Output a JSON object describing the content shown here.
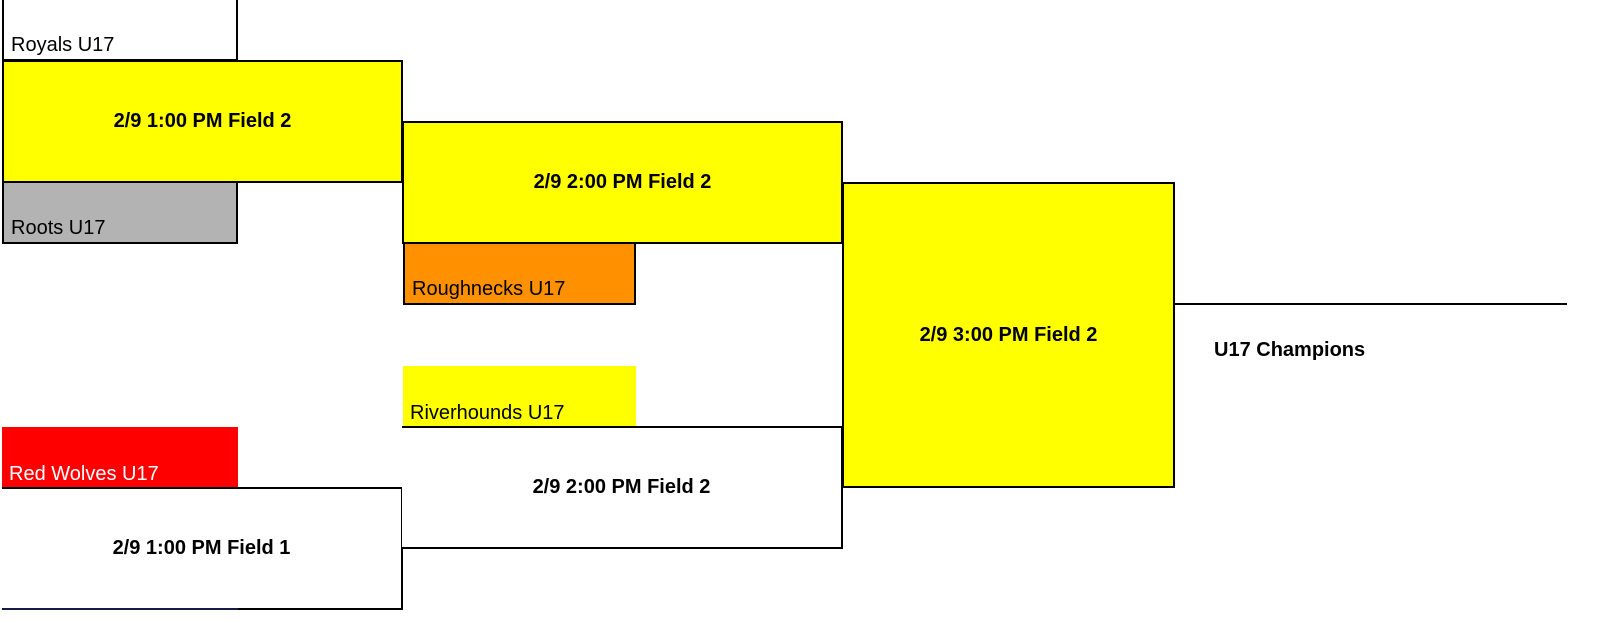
{
  "colors": {
    "yellow": "#ffff00",
    "gray": "#b3b3b3",
    "orange": "#ff9100",
    "red": "#ff0000",
    "white": "#ffffff",
    "black": "#000000"
  },
  "teams": {
    "royals": {
      "name": "Royals U17",
      "fill": "#ffffff",
      "text_color": "#000000"
    },
    "roots": {
      "name": "Roots U17",
      "fill": "#b3b3b3",
      "text_color": "#000000"
    },
    "roughnecks": {
      "name": "Roughnecks U17",
      "fill": "#ff9100",
      "text_color": "#000000"
    },
    "riverhounds": {
      "name": "Riverhounds U17",
      "fill": "#ffff00",
      "text_color": "#000000"
    },
    "red_wolves": {
      "name": "Red Wolves U17",
      "fill": "#ff0000",
      "text_color": "#ffffff"
    }
  },
  "matches": {
    "m1": {
      "label": "2/9 1:00 PM Field 2",
      "fill": "#ffff00"
    },
    "m2": {
      "label": "2/9 1:00 PM Field 1",
      "fill": "#ffffff"
    },
    "m3": {
      "label": "2/9 2:00 PM Field 2",
      "fill": "#ffff00"
    },
    "m4": {
      "label": "2/9 2:00 PM Field 2",
      "fill": "#ffffff"
    },
    "final": {
      "label": "2/9 3:00 PM Field 2",
      "fill": "#ffff00"
    }
  },
  "champion": {
    "label": "U17 Champions"
  }
}
